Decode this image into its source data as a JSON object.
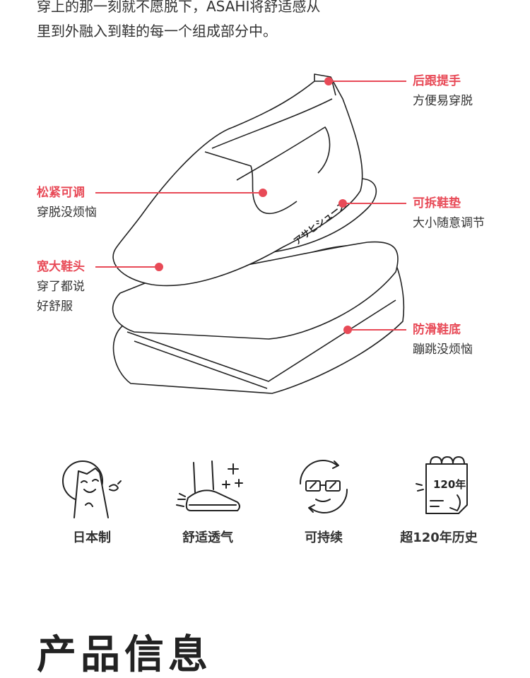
{
  "intro": {
    "line1": "穿上的那一刻就不愿脱下，ASAHI将舒适感从",
    "line2": "里到外融入到鞋的每一个组成部分中。"
  },
  "callouts": {
    "heel_tab": {
      "title": "后跟提手",
      "desc": "方便易穿脱"
    },
    "elastic": {
      "title": "松紧可调",
      "desc": "穿脱没烦恼"
    },
    "insole": {
      "title": "可拆鞋垫",
      "desc": "大小随意调节"
    },
    "toe": {
      "title": "宽大鞋头",
      "desc1": "穿了都说",
      "desc2": "好舒服"
    },
    "sole": {
      "title": "防滑鞋底",
      "desc": "蹦跳没烦恼"
    }
  },
  "insole_brand": "アサヒシューズ",
  "features": [
    {
      "label": "日本制",
      "icon": "japan-mascot-icon"
    },
    {
      "label": "舒适透气",
      "icon": "comfort-shoe-icon"
    },
    {
      "label": "可持续",
      "icon": "sustainable-icon"
    },
    {
      "label": "超120年历史",
      "icon": "calendar-120-icon",
      "badge": "120年"
    }
  ],
  "section_title": "产品信息",
  "colors": {
    "accent": "#e84a57",
    "text": "#333333",
    "line": "#222222"
  }
}
